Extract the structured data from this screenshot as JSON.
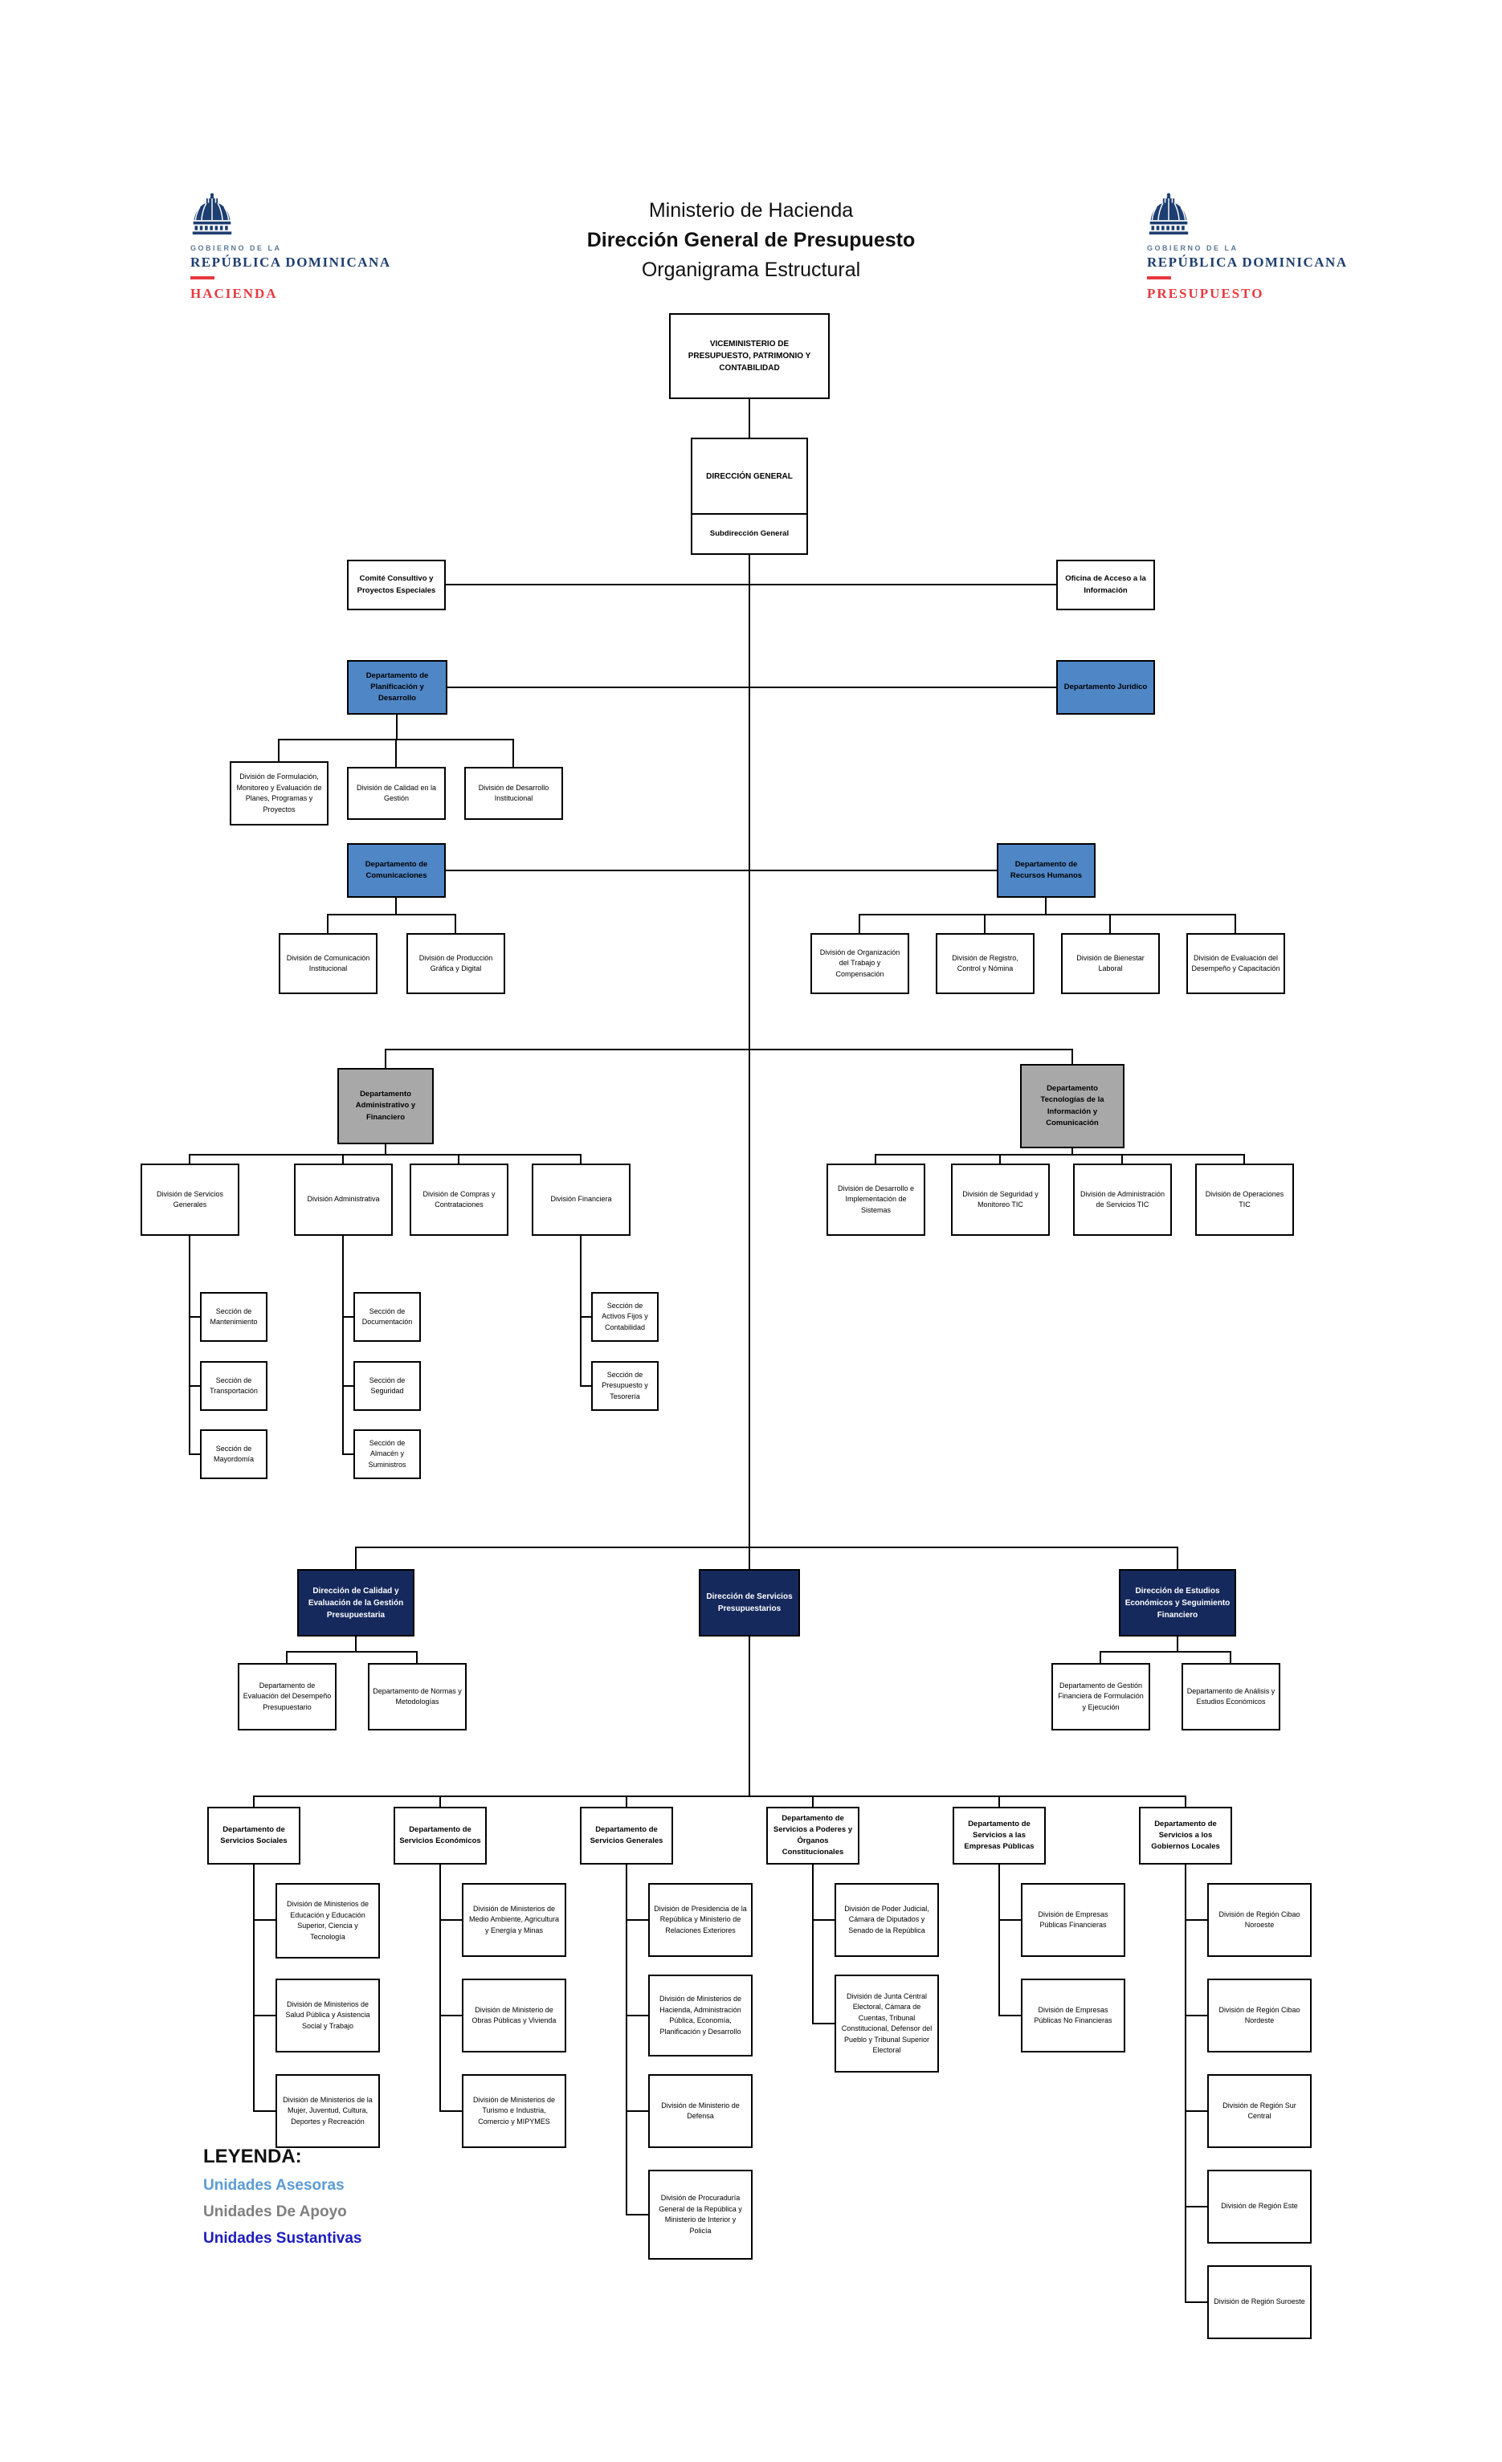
{
  "header": {
    "title_line1": "Ministerio de Hacienda",
    "title_line2": "Dirección General de Presupuesto",
    "title_line3": "Organigrama Estructural",
    "logo_left": {
      "gov": "GOBIERNO DE LA",
      "country": "REPÚBLICA DOMINICANA",
      "agency": "HACIENDA"
    },
    "logo_right": {
      "gov": "GOBIERNO DE LA",
      "country": "REPÚBLICA DOMINICANA",
      "agency": "PRESUPUESTO"
    }
  },
  "legend": {
    "title": "LEYENDA:",
    "items": [
      {
        "label": "Unidades Asesoras",
        "color": "#5B9BD5"
      },
      {
        "label": "Unidades De Apoyo",
        "color": "#7F7F7F"
      },
      {
        "label": "Unidades Sustantivas",
        "color": "#1C1CBE"
      }
    ]
  },
  "colors": {
    "unidad_asesora_fill": "#4F86C6",
    "unidad_apoyo_fill": "#A8A8A8",
    "unidad_sustantiva_fill": "#16295C",
    "logo_navy": "#1D3E70",
    "logo_red": "#E8393F"
  },
  "nodes": {
    "viceministerio": "VICEMINISTERIO DE PRESUPUESTO, PATRIMONIO Y CONTABILIDAD",
    "direccion_general": "DIRECCIÓN GENERAL",
    "subdireccion_general": "Subdirección General",
    "comite_consultivo": "Comité Consultivo y Proyectos Especiales",
    "oficina_acceso": "Oficina de Acceso a la Información",
    "dep_planificacion": "Departamento de Planificación y Desarrollo",
    "dep_juridico": "Departamento Jurídico",
    "div_formulacion": "División de Formulación, Monitoreo y Evaluación de Planes, Programas y Proyectos",
    "div_calidad_gestion": "División de Calidad en la Gestión",
    "div_desarrollo_inst": "División de Desarrollo Institucional",
    "dep_comunicaciones": "Departamento de Comunicaciones",
    "dep_rrhh": "Departamento de Recursos Humanos",
    "div_com_inst": "División de Comunicación Institucional",
    "div_prod_grafica": "División de Producción Gráfica y Digital",
    "div_org_trabajo": "División de Organización del Trabajo y Compensación",
    "div_registro": "División de Registro, Control y Nómina",
    "div_bienestar": "División de Bienestar Laboral",
    "div_eval_desempeno": "División de Evaluación del Desempeño y Capacitación",
    "dep_admin_fin": "Departamento Administrativo y Financiero",
    "dep_tic": "Departamento Tecnologías de la Información y Comunicación",
    "div_serv_generales": "División de Servicios Generales",
    "div_administrativa": "División Administrativa",
    "div_compras": "División de Compras y Contrataciones",
    "div_financiera": "División Financiera",
    "sec_mantenimiento": "Sección de Mantenimiento",
    "sec_transportacion": "Sección de Transportación",
    "sec_mayordomia": "Sección de Mayordomía",
    "sec_documentacion": "Sección de Documentación",
    "sec_seguridad": "Sección de Seguridad",
    "sec_almacen": "Sección de Almacén y Suministros",
    "sec_activos": "Sección de Activos Fijos y Contabilidad",
    "sec_presupuesto": "Sección de Presupuesto y Tesorería",
    "div_desarrollo_sistemas": "División de Desarrollo e Implementación de Sistemas",
    "div_seguridad_tic": "División de Seguridad y Monitoreo TIC",
    "div_admin_tic": "División de Administración de Servicios TIC",
    "div_operaciones_tic": "División de Operaciones TIC",
    "dir_calidad": "Dirección de Calidad y Evaluación de la Gestión Presupuestaria",
    "dir_servicios": "Dirección de Servicios Presupuestarios",
    "dir_estudios": "Dirección de Estudios Económicos y Seguimiento Financiero",
    "dep_eval_presup": "Departamento de Evaluación del Desempeño Presupuestario",
    "dep_normas": "Departamento de Normas y Metodologías",
    "dep_gestion_fin": "Departamento de Gestión Financiera de Formulación y Ejecución",
    "dep_analisis": "Departamento de Análisis y Estudios Económicos",
    "dep_sociales": "Departamento de Servicios Sociales",
    "dep_economicos": "Departamento de Servicios Económicos",
    "dep_generales": "Departamento de Servicios Generales",
    "dep_poderes": "Departamento de Servicios a Poderes y Órganos Constitucionales",
    "dep_empresas": "Departamento de Servicios a las Empresas Públicas",
    "dep_gobiernos": "Departamento de Servicios a los Gobiernos Locales",
    "d1a": "División de Ministerios de Educación y Educación Superior, Ciencia y Tecnología",
    "d1b": "División de Ministerios de Salud Pública y Asistencia Social y Trabajo",
    "d1c": "División de Ministerios de la Mujer, Juventud, Cultura, Deportes y Recreación",
    "d2a": "División de Ministerios de Medio Ambiente, Agricultura y Energía y Minas",
    "d2b": "División de Ministerio de Obras Públicas y Vivienda",
    "d2c": "División de Ministerios de Turismo e Industria, Comercio y MIPYMES",
    "d3a": "División de Presidencia de la República y Ministerio de Relaciones Exteriores",
    "d3b": "División de Ministerios de Hacienda, Administración Pública, Economía, Planificación y Desarrollo",
    "d3c": "División de Ministerio de Defensa",
    "d3d": "División de Procuraduría General de la República y Ministerio de Interior y Policía",
    "d4a": "División de Poder Judicial, Cámara de Diputados y Senado de la República",
    "d4b": "División de Junta Central Electoral, Cámara de Cuentas, Tribunal Constitucional, Defensor del Pueblo y Tribunal Superior Electoral",
    "d5a": "División de Empresas Públicas Financieras",
    "d5b": "División de Empresas Públicas No Financieras",
    "d6a": "División de Región Cibao Noroeste",
    "d6b": "División de Región Cibao Nordeste",
    "d6c": "División de Región Sur Central",
    "d6d": "División de Región Este",
    "d6e": "División de Región Suroeste"
  }
}
